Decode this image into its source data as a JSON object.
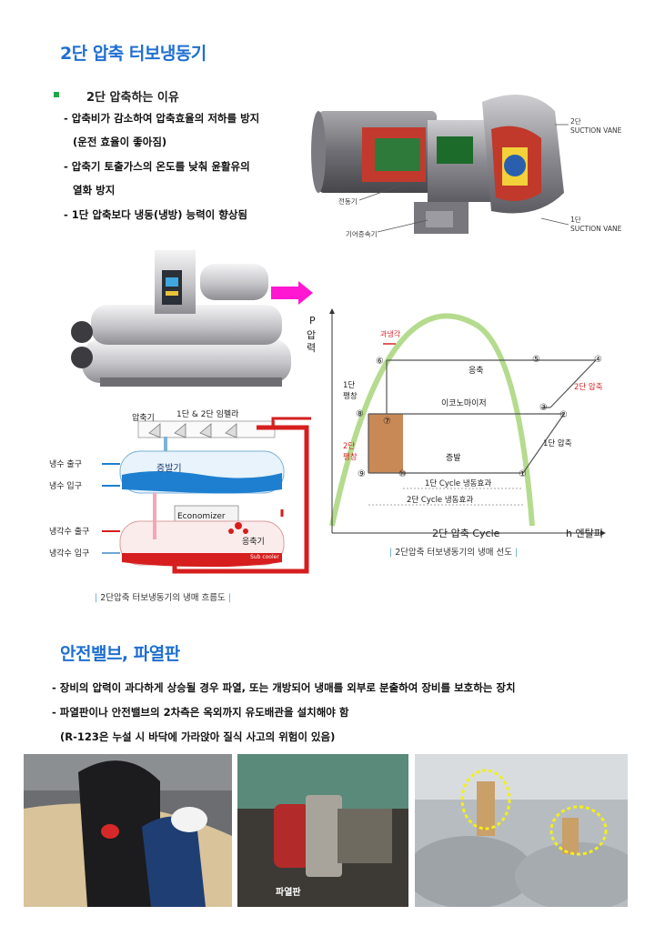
{
  "section1": {
    "title": "2단 압축 터보냉동기",
    "subtitle": "2단 압축하는 이유",
    "bullets": [
      "- 압축비가 감소하여 압축효율의 저하를 방지",
      "(운전 효율이 좋아짐)",
      "- 압축기 토출가스의 온도를 낮춰 윤활유의",
      "열화 방지",
      "- 1단 압축보다 냉동(냉방) 능력이 향상됨"
    ]
  },
  "cutaway": {
    "label_motor": "전동기",
    "label_gear": "기어증속기",
    "label_stage2": "2단",
    "label_stage2_vane": "SUCTION VANE",
    "label_stage1": "1단",
    "label_stage1_vane": "SUCTION VANE"
  },
  "flow_diagram": {
    "compressor": "압축기",
    "impeller": "1단 & 2단 임펠라",
    "evaporator": "증발기",
    "economizer": "Economizer",
    "condenser": "응축기",
    "subcooler": "Sub cooler",
    "chilled_out": "냉수 출구",
    "chilled_in": "냉수 입구",
    "cooling_out": "냉각수 출구",
    "cooling_in": "냉각수 입구",
    "caption": "2단압축 터보냉동기의 냉매 흐름도"
  },
  "ph_diagram": {
    "p_axis": "P",
    "p_axis_2": "압",
    "p_axis_3": "력",
    "h_axis": "h 엔탈피",
    "title": "2단 압축 Cycle",
    "caption": "2단압축 터보냉동기의 냉매 선도",
    "subcool": "과냉각",
    "condense": "응축",
    "stage2_comp": "2단 압축",
    "economizer": "이코노마이저",
    "stage1_exp": "1단",
    "stage1_exp_2": "팽창",
    "stage2_exp": "2단",
    "stage2_exp_2": "팽창",
    "evaporate": "증발",
    "stage1_comp": "1단 압축",
    "effect1": "1단 Cycle 냉동효과",
    "effect2": "2단 Cycle 냉동효과",
    "points": [
      "①",
      "②",
      "③",
      "④",
      "⑤",
      "⑥",
      "⑦",
      "⑧",
      "⑨",
      "⑩"
    ]
  },
  "section2": {
    "title": "안전밸브, 파열판",
    "lines": [
      "- 장비의 압력이 과다하게 상승될 경우 파열,  또는 개방되어 냉매를 외부로 분출하여 장비를 보호하는 장치",
      "- 파열판이나 안전밸브의 2차측은 옥외까지 유도배관을 설치해야 함",
      "(R-123은 누설 시 바닥에 가라앉아 질식 사고의 위험이 있음)"
    ],
    "photo_label": "파열판"
  },
  "colors": {
    "title_blue": "#1f6fd1",
    "evaporator_blue": "#1e7fd0",
    "condenser_red": "#d61e1e",
    "cycle_red": "#d9262b",
    "saturation_green": "#a8d57a"
  }
}
